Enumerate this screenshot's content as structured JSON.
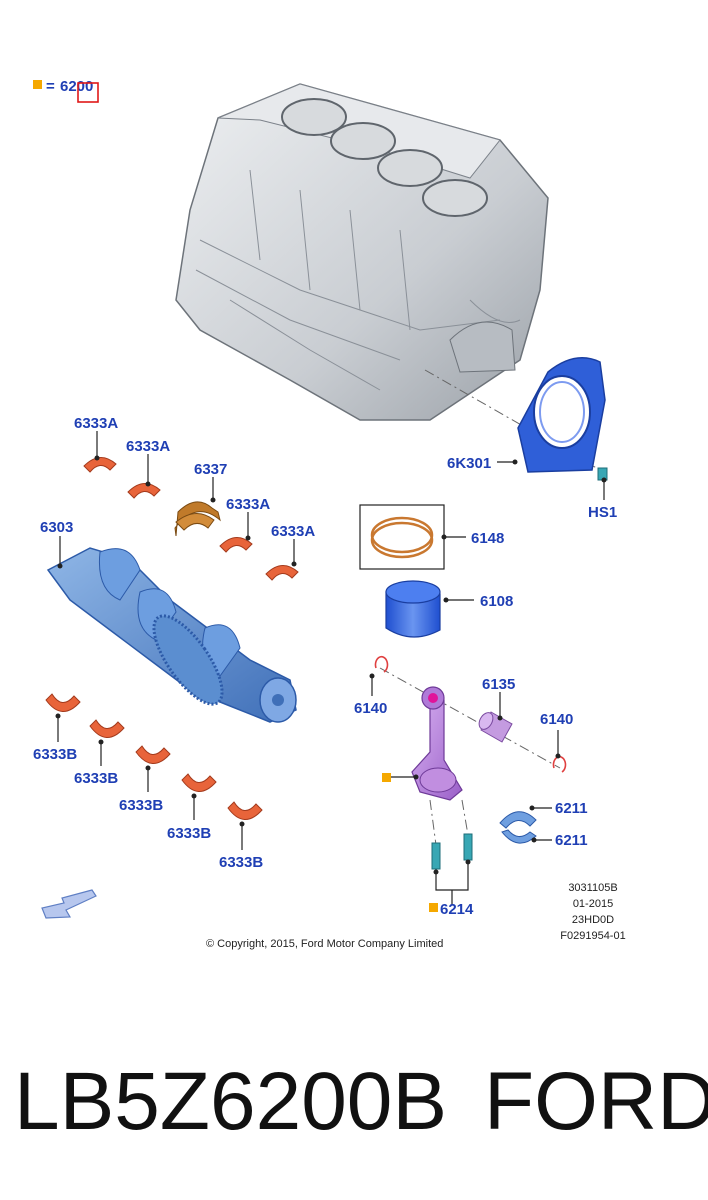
{
  "legend": {
    "marker_color": "#f5a800",
    "equals": "=",
    "code": "6200"
  },
  "callouts": {
    "block_seal": "6K301",
    "seal_bolt": "HS1",
    "piston_rings": "6148",
    "piston": "6108",
    "wrist_pin": "6135",
    "clip_left": "6140",
    "clip_right": "6140",
    "conrod_bearing_upper": "6211",
    "conrod_bearing_lower": "6211",
    "conrod_bolts": "6214",
    "crankshaft": "6303",
    "thrust_bearing": "6337",
    "main_bearing_a": [
      "6333A",
      "6333A",
      "6333A",
      "6333A"
    ],
    "main_bearing_b": [
      "6333B",
      "6333B",
      "6333B",
      "6333B",
      "6333B"
    ]
  },
  "copyright": "© Copyright, 2015, Ford Motor Company Limited",
  "doc_codes": [
    "3031105B",
    "01-2015",
    "23HD0D",
    "F0291954-01"
  ],
  "caption": {
    "part_number": "LB5Z6200B",
    "brand": "FORD"
  },
  "colors": {
    "callout_blue": "#1f3fb4",
    "block_grey": "#c9cdd2",
    "seal_blue": "#2f5fd8",
    "crank_blue": "#5b8ed0",
    "bearing_orange": "#e8643a",
    "thrust_bronze": "#c07a2a",
    "piston_blue": "#3f73e0",
    "conrod_purple": "#b07ad8",
    "pin_lilac": "#c49be0",
    "bolt_teal": "#38a7b4",
    "highlight_red": "#e01818"
  }
}
